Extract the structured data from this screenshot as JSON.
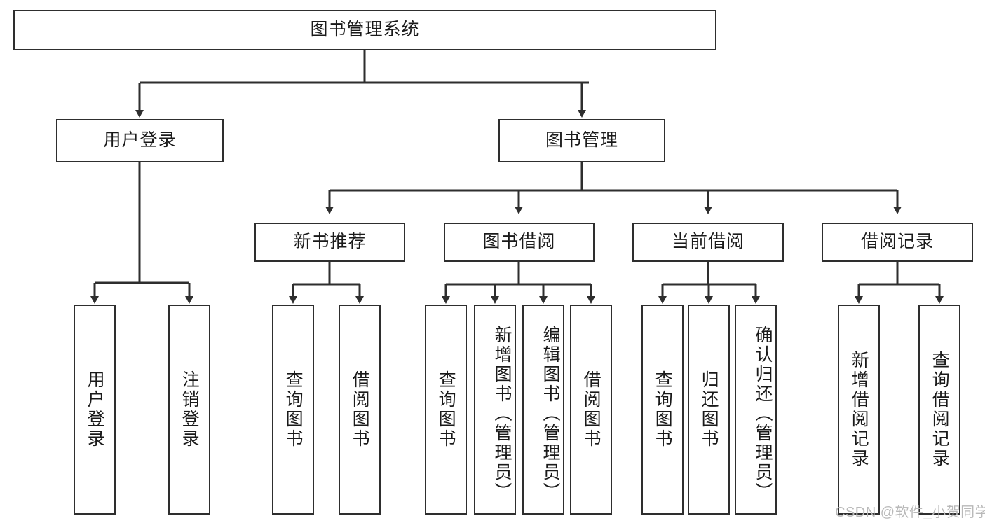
{
  "diagram": {
    "title": "图书管理系统",
    "watermark": "CSDN @软件_小贺同学",
    "colors": {
      "border": "#2e2e2e",
      "background": "#ffffff",
      "text": "#1a1a1a",
      "watermark": "#b9b9b9"
    },
    "root": {
      "label": "图书管理系统"
    },
    "level2": [
      {
        "label": "用户登录"
      },
      {
        "label": "图书管理"
      }
    ],
    "level3": [
      {
        "label": "新书推荐"
      },
      {
        "label": "图书借阅"
      },
      {
        "label": "当前借阅"
      },
      {
        "label": "借阅记录"
      }
    ],
    "leaves": {
      "user_login": [
        {
          "label": "用户登录"
        },
        {
          "label": "注销登录"
        }
      ],
      "new_book_recommend": [
        {
          "label": "查询图书"
        },
        {
          "label": "借阅图书"
        }
      ],
      "book_borrow": [
        {
          "label": "查询图书"
        },
        {
          "label": "新增图书（管理员）"
        },
        {
          "label": "编辑图书（管理员）"
        },
        {
          "label": "借阅图书"
        }
      ],
      "current_borrow": [
        {
          "label": "查询图书"
        },
        {
          "label": "归还图书"
        },
        {
          "label": "确认归还（管理员）"
        }
      ],
      "borrow_record": [
        {
          "label": "新增借阅记录"
        },
        {
          "label": "查询借阅记录"
        }
      ]
    }
  }
}
